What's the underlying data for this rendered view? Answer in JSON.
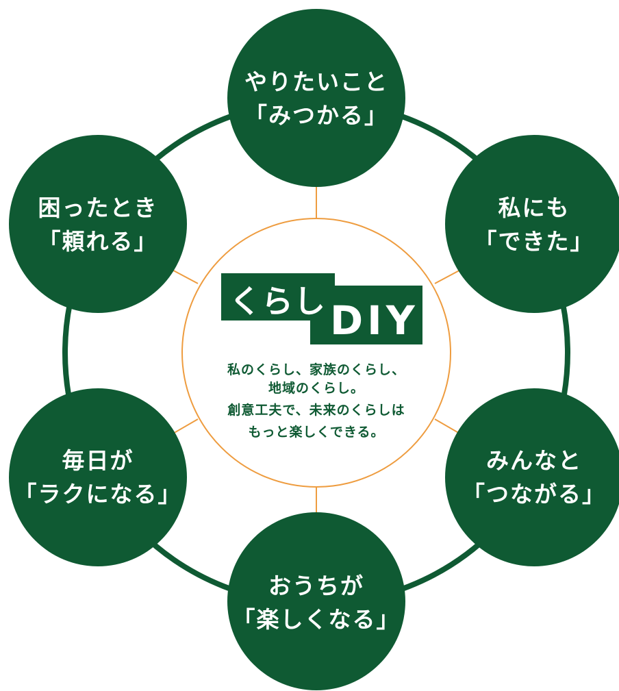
{
  "colors": {
    "green": "#0f5a33",
    "orange": "#ee9c3f",
    "white": "#ffffff"
  },
  "logo": {
    "part1": "くらし",
    "part2": "DIY"
  },
  "center_lines": [
    "私のくらし、家族のくらし、",
    "地域のくらし。",
    "創意工夫で、未来のくらしは",
    "もっと楽しくできる。"
  ],
  "nodes": [
    {
      "id": "top",
      "line1": "やりたいこと",
      "line2": "「みつかる」"
    },
    {
      "id": "upper-right",
      "line1": "私にも",
      "line2": "「できた」"
    },
    {
      "id": "lower-right",
      "line1": "みんなと",
      "line2": "「つながる」"
    },
    {
      "id": "bottom",
      "line1": "おうちが",
      "line2": "「楽しくなる」"
    },
    {
      "id": "lower-left",
      "line1": "毎日が",
      "line2": "「ラクになる」"
    },
    {
      "id": "upper-left",
      "line1": "困ったとき",
      "line2": "「頼れる」"
    }
  ]
}
